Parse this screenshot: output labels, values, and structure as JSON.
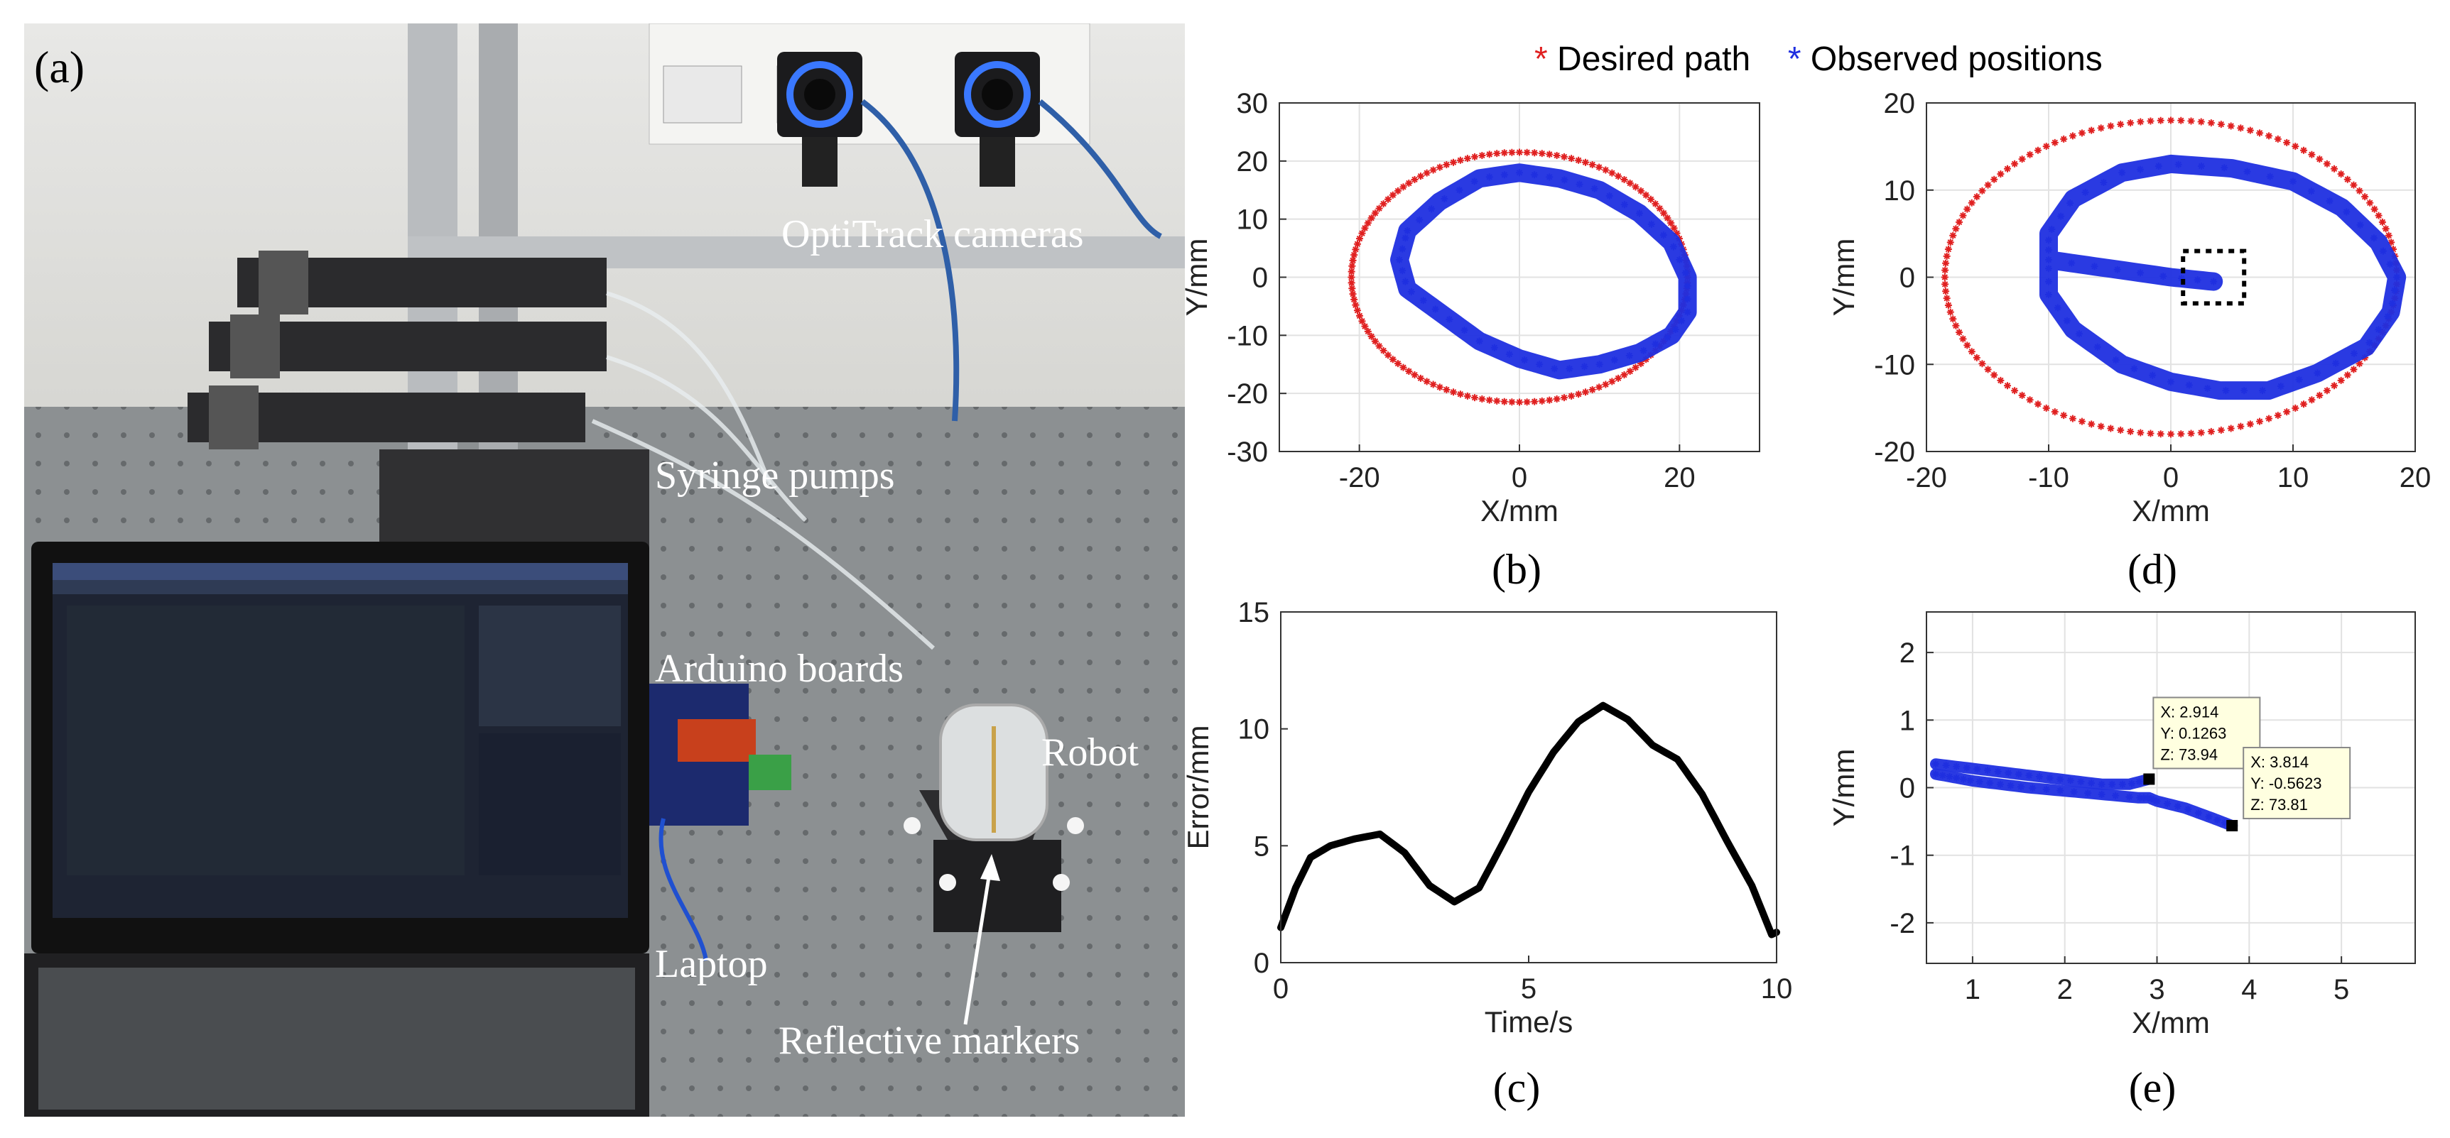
{
  "figure": {
    "photo_panel_label": "(a)",
    "photo_annotations": {
      "cameras": "OptiTrack cameras",
      "pumps": "Syringe pumps",
      "arduino": "Arduino boards",
      "robot": "Robot",
      "laptop": "Laptop",
      "markers": "Reflective markers"
    },
    "legend": {
      "symbol": "*",
      "desired": "Desired path",
      "observed": "Observed positions",
      "desired_color": "#e02020",
      "observed_color": "#1f2fe0"
    }
  },
  "chart_data": [
    {
      "panel": "(b)",
      "type": "scatter",
      "xlabel": "X/mm",
      "ylabel": "Y/mm",
      "xlim": [
        -30,
        30
      ],
      "ylim": [
        -30,
        30
      ],
      "xticks": [
        -20,
        0,
        20
      ],
      "yticks": [
        -30,
        -20,
        -10,
        0,
        10,
        20,
        30
      ],
      "grid": true,
      "series": [
        {
          "name": "Desired path",
          "color": "#e02020",
          "shape": "ellipse",
          "center": [
            0,
            0
          ],
          "rx": 21,
          "ry": 21.5
        },
        {
          "name": "Observed positions",
          "color": "#1f2fe0",
          "x": [
            -14,
            -10,
            -5,
            0,
            5,
            10,
            15,
            19,
            21,
            21,
            19,
            15,
            10,
            5,
            0,
            -5,
            -10,
            -14,
            -15,
            -14
          ],
          "y": [
            8,
            13,
            17,
            18,
            17,
            15,
            11,
            6,
            0,
            -6,
            -10,
            -13,
            -15,
            -16,
            -14,
            -11,
            -6,
            -2,
            3,
            8
          ]
        }
      ]
    },
    {
      "panel": "(d)",
      "type": "scatter",
      "xlabel": "X/mm",
      "ylabel": "Y/mm",
      "xlim": [
        -20,
        20
      ],
      "ylim": [
        -20,
        20
      ],
      "xticks": [
        -20,
        -10,
        0,
        10,
        20
      ],
      "yticks": [
        -20,
        -10,
        0,
        10,
        20
      ],
      "grid": true,
      "zoom_box": {
        "x": [
          1,
          6
        ],
        "y": [
          -3,
          3
        ]
      },
      "series": [
        {
          "name": "Desired path",
          "color": "#e02020",
          "shape": "ellipse",
          "center": [
            0,
            0
          ],
          "rx": 18.5,
          "ry": 18
        },
        {
          "name": "Observed positions",
          "color": "#1f2fe0",
          "x": [
            3.5,
            0,
            -5,
            -10,
            -10,
            -8,
            -4,
            0,
            5,
            10,
            14,
            17,
            18.5,
            18,
            16,
            12,
            8,
            4,
            0,
            -4,
            -8,
            -10,
            -10
          ],
          "y": [
            -0.5,
            0,
            1,
            2,
            5,
            9,
            12,
            13,
            12.5,
            11,
            8,
            4,
            0,
            -4,
            -8,
            -11,
            -13,
            -13,
            -12,
            -10,
            -6,
            -2,
            2
          ]
        }
      ]
    },
    {
      "panel": "(c)",
      "type": "line",
      "xlabel": "Time/s",
      "ylabel": "Error/mm",
      "xlim": [
        0,
        10
      ],
      "ylim": [
        0,
        15
      ],
      "xticks": [
        0,
        5,
        10
      ],
      "yticks": [
        0,
        5,
        10,
        15
      ],
      "grid": false,
      "series": [
        {
          "color": "#000000",
          "x": [
            0,
            0.3,
            0.6,
            1.0,
            1.5,
            2.0,
            2.5,
            3.0,
            3.5,
            4.0,
            4.5,
            5.0,
            5.5,
            6.0,
            6.5,
            7.0,
            7.5,
            8.0,
            8.5,
            9.0,
            9.5,
            9.9,
            10.0
          ],
          "y": [
            1.5,
            3.2,
            4.5,
            5.0,
            5.3,
            5.5,
            4.7,
            3.3,
            2.6,
            3.2,
            5.2,
            7.3,
            9.0,
            10.3,
            11.0,
            10.4,
            9.3,
            8.7,
            7.2,
            5.2,
            3.3,
            1.2,
            1.3
          ]
        }
      ]
    },
    {
      "panel": "(e)",
      "type": "scatter",
      "xlabel": "X/mm",
      "ylabel": "Y/mm",
      "xlim": [
        0.5,
        5.8
      ],
      "ylim": [
        -2.6,
        2.6
      ],
      "xticks": [
        1,
        2,
        3,
        4,
        5
      ],
      "yticks": [
        -2,
        -1,
        0,
        1,
        2
      ],
      "grid": true,
      "series": [
        {
          "name": "Observed positions",
          "color": "#1f2fe0",
          "x": [
            0.6,
            0.8,
            1.0,
            1.3,
            1.6,
            2.0,
            2.4,
            2.8,
            2.914,
            3.0,
            3.3,
            3.6,
            3.814
          ],
          "y": [
            0.2,
            0.15,
            0.1,
            0.05,
            0.0,
            -0.05,
            -0.1,
            -0.15,
            -0.15,
            -0.2,
            -0.3,
            -0.45,
            -0.5623
          ]
        },
        {
          "name": "Observed positions upper",
          "color": "#1f2fe0",
          "x": [
            0.6,
            0.9,
            1.2,
            1.5,
            1.8,
            2.1,
            2.4,
            2.7,
            2.914
          ],
          "y": [
            0.35,
            0.3,
            0.25,
            0.2,
            0.15,
            0.1,
            0.05,
            0.05,
            0.1263
          ]
        }
      ],
      "datatips": [
        {
          "x": 2.914,
          "y": 0.1263,
          "lines": [
            "X: 2.914",
            "Y: 0.1263",
            "Z: 73.94"
          ]
        },
        {
          "x": 3.814,
          "y": -0.5623,
          "lines": [
            "X: 3.814",
            "Y: -0.5623",
            "Z: 73.81"
          ]
        }
      ]
    }
  ]
}
